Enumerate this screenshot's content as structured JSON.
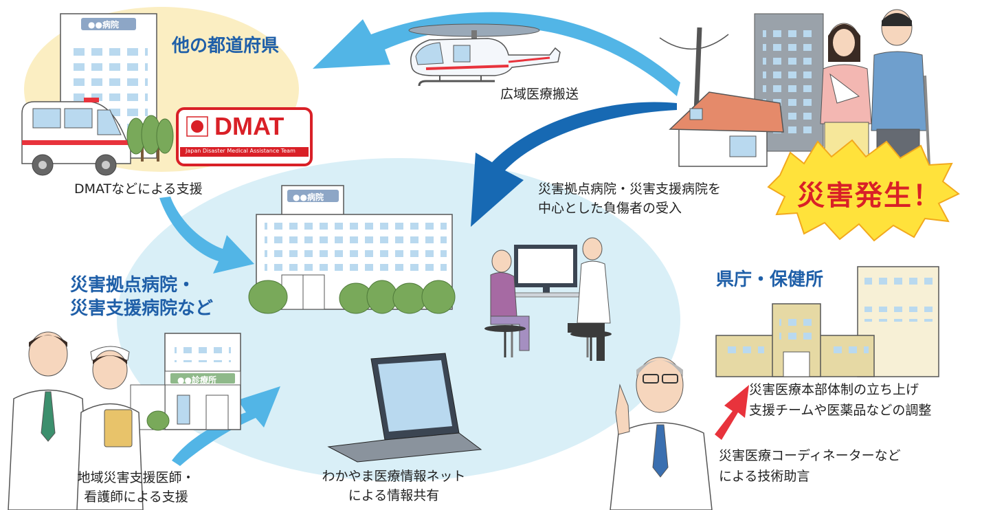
{
  "title_prefectures": "他の都道府県",
  "caption_air_transport": "広域医療搬送",
  "caption_dmat_support": "DMATなどによる支援",
  "caption_injured_intake": [
    "災害拠点病院・災害支援病院を",
    "中心とした負傷者の受入"
  ],
  "badge_disaster": "災害発生！",
  "title_hospitals": [
    "災害拠点病院・",
    "災害支援病院など"
  ],
  "title_prefecture_office": "県庁・保健所",
  "caption_hq_setup": [
    "災害医療本部体制の立ち上げ",
    "支援チームや医薬品などの調整"
  ],
  "caption_coordinator": [
    "災害医療コーディネーターなど",
    "による技術助言"
  ],
  "caption_local_support": [
    "地域災害支援医師・",
    "看護師による支援"
  ],
  "caption_info_share": [
    "わかやま医療情報ネット",
    "による情報共有"
  ],
  "dmat_logo": {
    "text": "DMAT",
    "subtitle": "Japan Disaster Medical Assistance Team"
  },
  "signs": {
    "hospital_a": "●●病院",
    "hospital_b": "●●病院",
    "clinic": "●●診療所"
  },
  "colors": {
    "title_blue": "#1f5fa8",
    "arrow_light": "#52b5e6",
    "arrow_dark": "#1769b3",
    "arrow_red": "#e8333c",
    "bg_blue": "#d9eff7",
    "bg_cream": "#fbeec2",
    "burst_yellow": "#ffe23b",
    "burst_red": "#d92027"
  }
}
